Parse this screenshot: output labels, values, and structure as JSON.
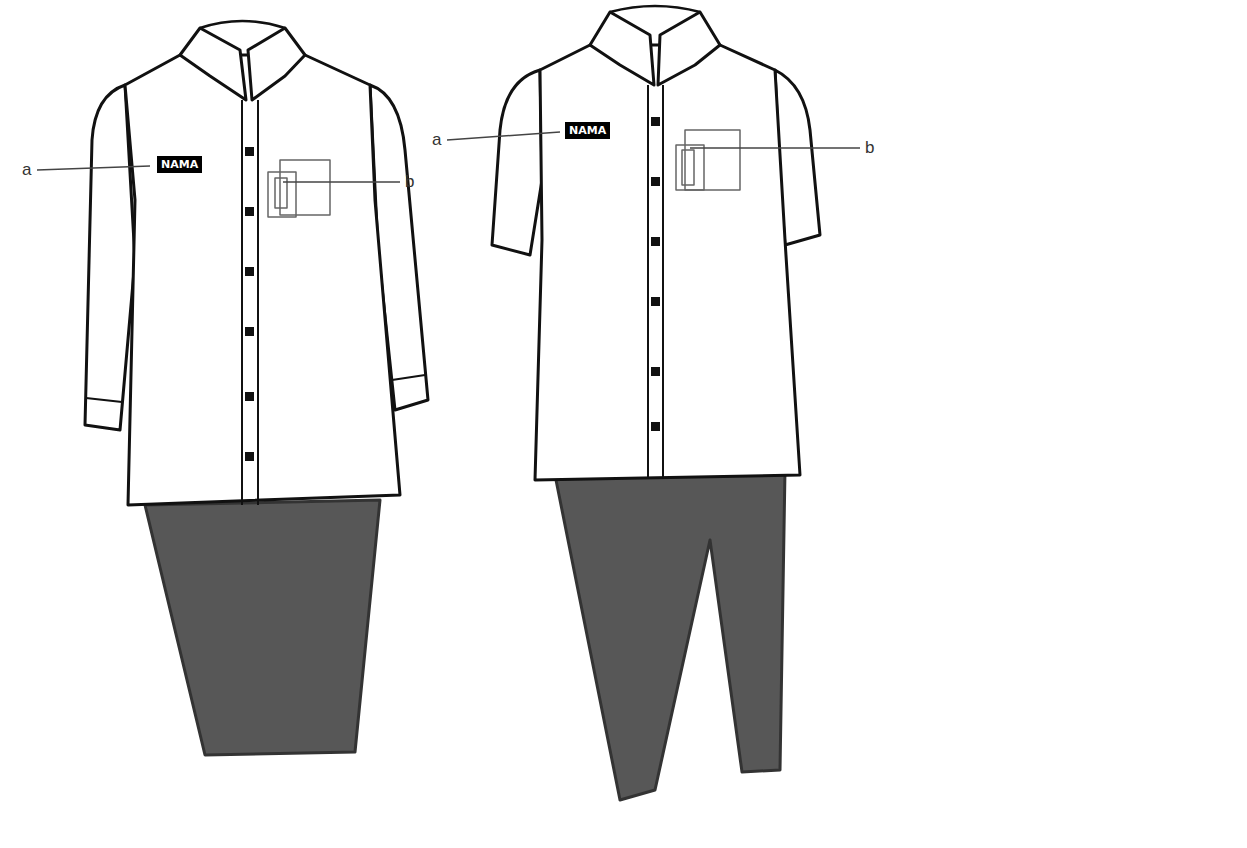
{
  "diagram": {
    "nodes": [
      {
        "text": [
          "NAMA"
        ]
      },
      {
        "text": [
          "NAMA"
        ]
      }
    ],
    "labels": [
      "a",
      "b",
      "a",
      "b"
    ]
  }
}
